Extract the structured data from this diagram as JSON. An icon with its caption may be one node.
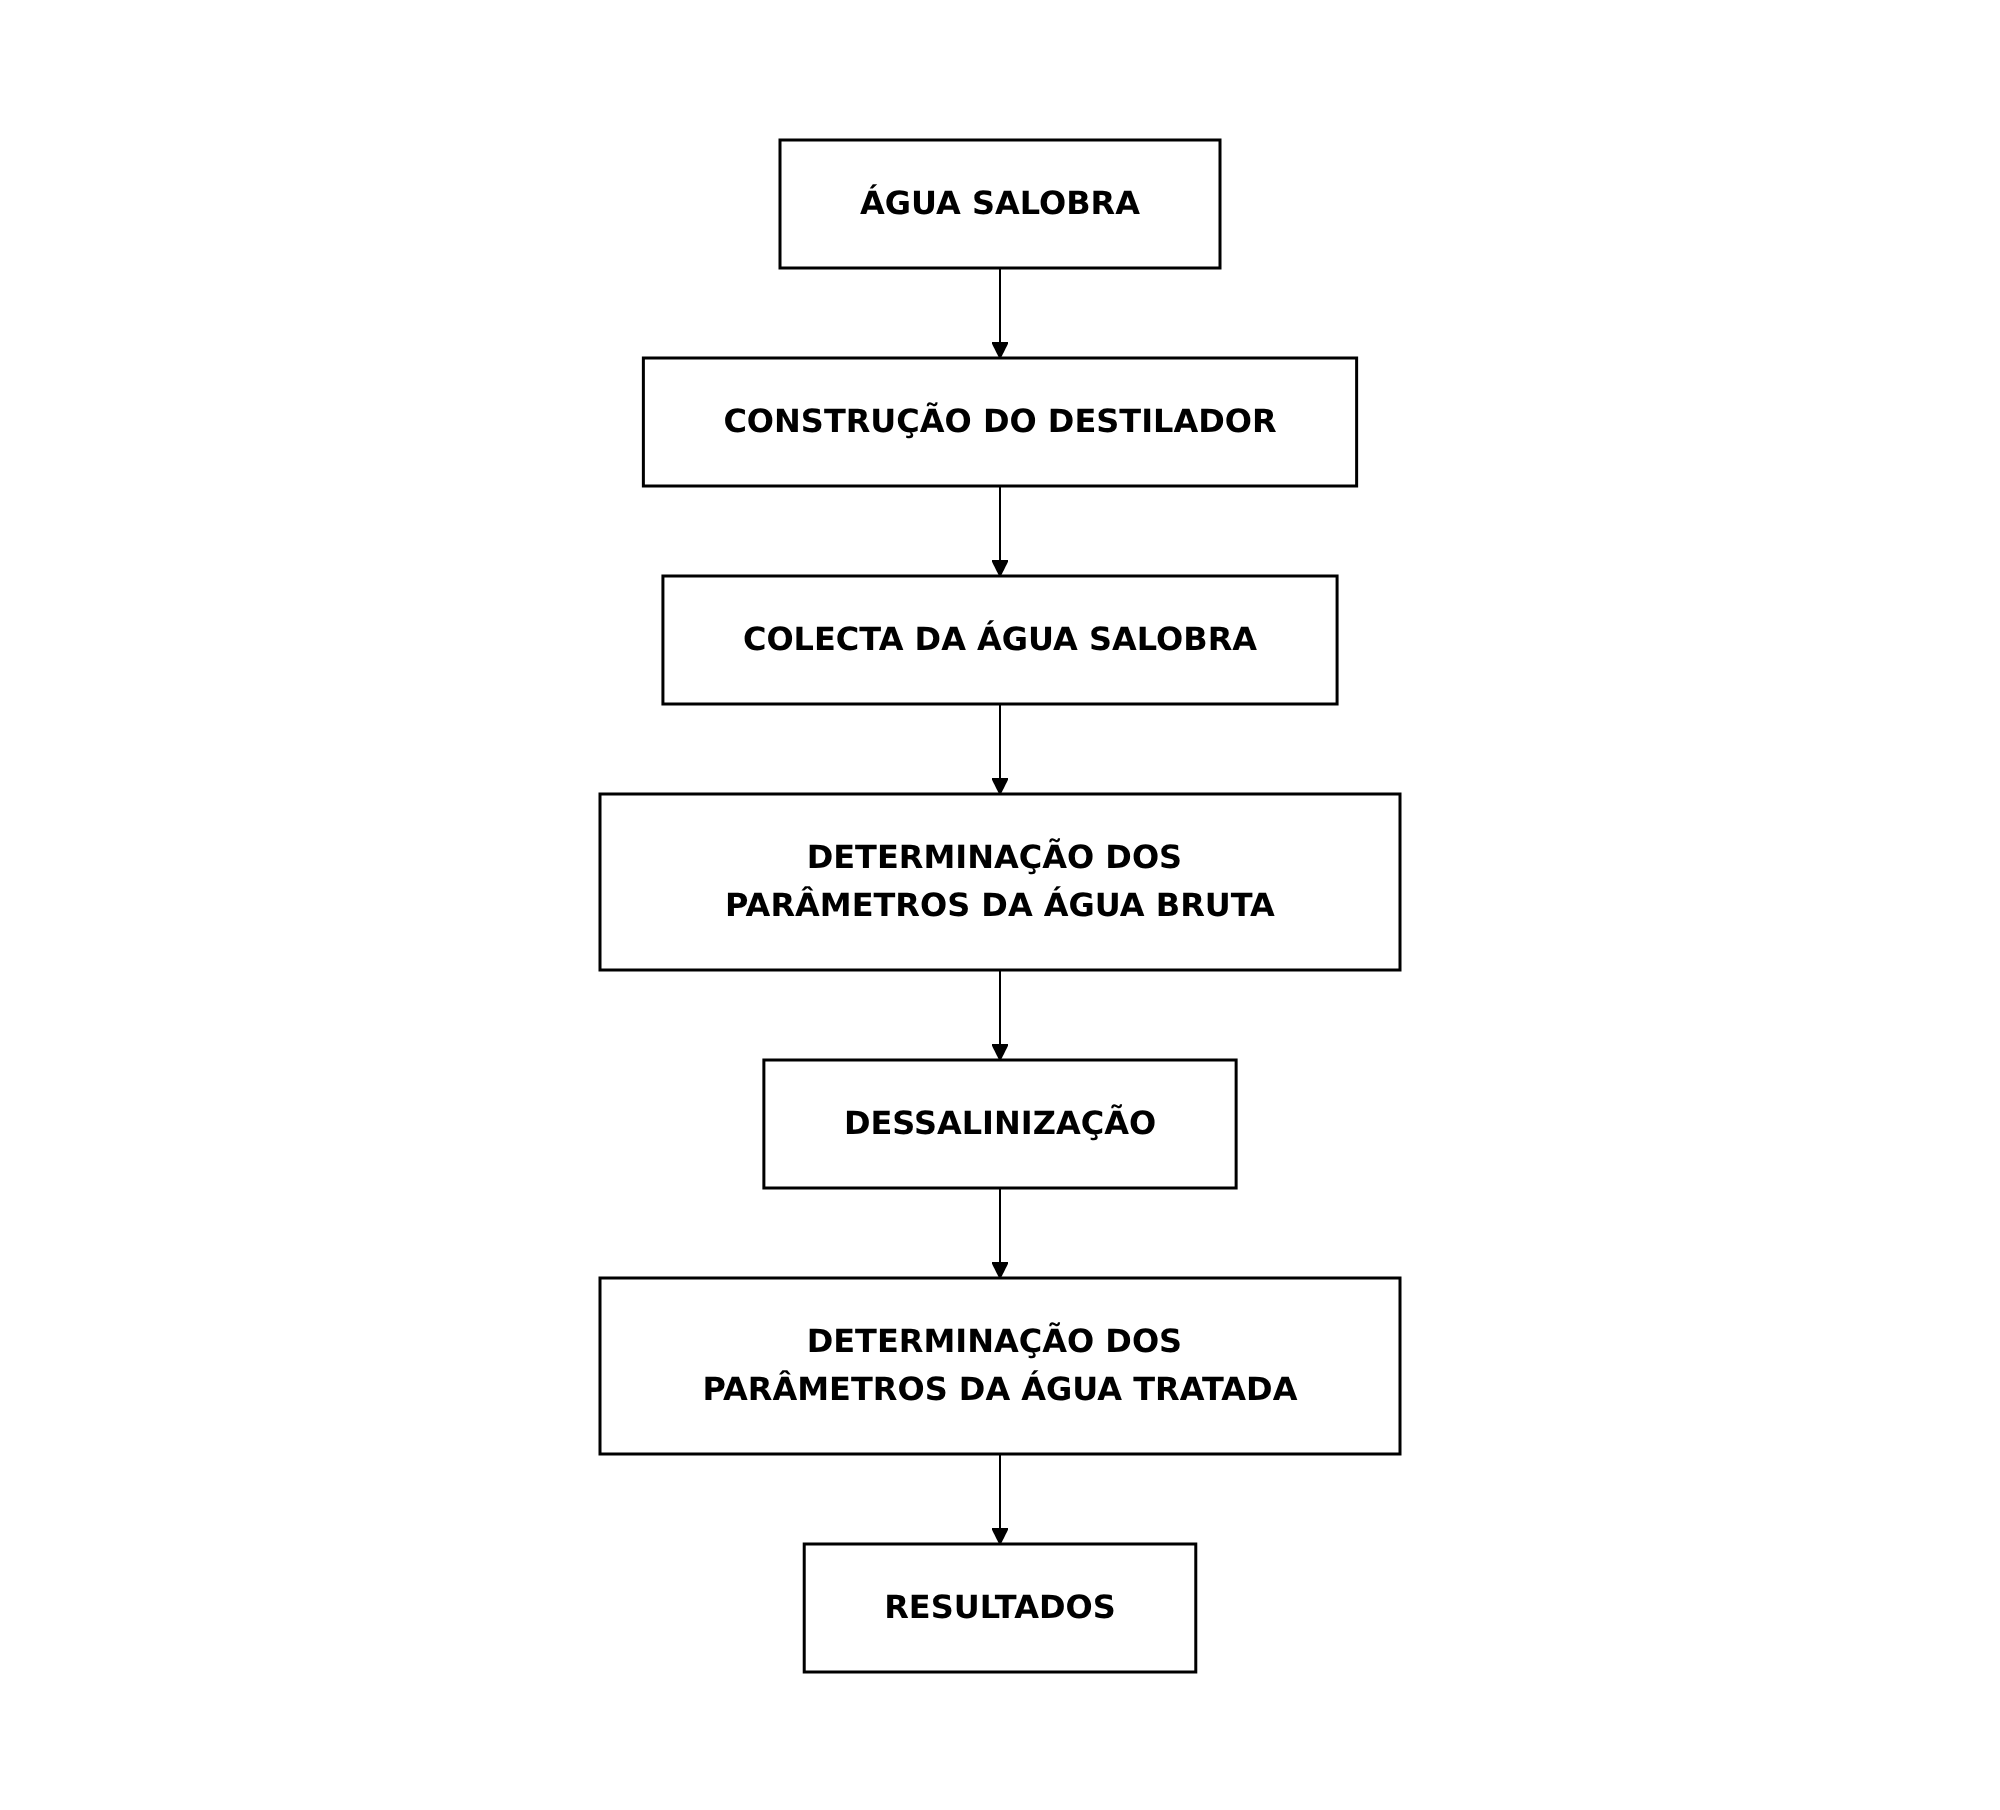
{
  "diagram": {
    "nodes": [
      {
        "text": [
          "ÁGUA SALOBRA"
        ]
      },
      {
        "text": [
          "CONSTRUÇÃO DO DESTILADOR"
        ]
      },
      {
        "text": [
          "COLECTA DA ÁGUA SALOBRA"
        ]
      },
      {
        "text": [
          "DETERMINAÇÃO DOS PARÂMETROS DA ÁGUA BRUTA"
        ]
      },
      {
        "text": [
          "DESSALINIZAÇÃO"
        ]
      },
      {
        "text": [
          "DETERMINAÇÃO DOS PARÂMETROS DA ÁGUA TRATADA"
        ]
      },
      {
        "text": [
          "RESULTADOS"
        ]
      }
    ],
    "edges": [
      {
        "from": 0,
        "to": 1,
        "arrow": "to"
      },
      {
        "from": 1,
        "to": 2,
        "arrow": "to"
      },
      {
        "from": 2,
        "to": 3,
        "arrow": "to"
      },
      {
        "from": 3,
        "to": 4,
        "arrow": "to"
      },
      {
        "from": 4,
        "to": 5,
        "arrow": "to"
      },
      {
        "from": 5,
        "to": 6,
        "arrow": "to"
      }
    ]
  }
}
